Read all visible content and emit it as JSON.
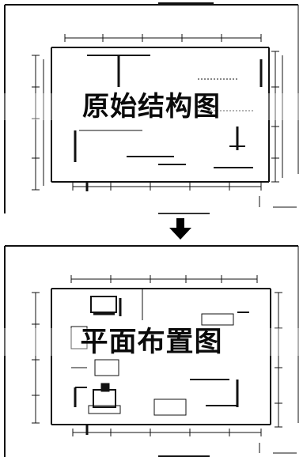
{
  "panels": [
    {
      "id": "original",
      "label": "原始结构图"
    },
    {
      "id": "floor_plan",
      "label": "平面布置图"
    }
  ],
  "arrow_icon": "down-arrow-icon"
}
